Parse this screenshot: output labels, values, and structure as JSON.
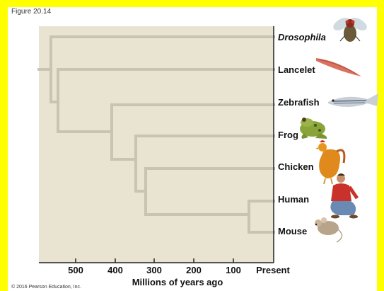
{
  "figure_label": "Figure 20.14",
  "copyright": "© 2016 Pearson Education, Inc.",
  "axis": {
    "title": "Millions of years ago",
    "ticks": [
      "500",
      "400",
      "300",
      "200",
      "100",
      "Present"
    ]
  },
  "taxa": [
    {
      "name": "Drosophila",
      "italic": true,
      "icon": "fly-icon"
    },
    {
      "name": "Lancelet",
      "italic": false,
      "icon": "lancelet-icon"
    },
    {
      "name": "Zebrafish",
      "italic": false,
      "icon": "fish-icon"
    },
    {
      "name": "Frog",
      "italic": false,
      "icon": "frog-icon"
    },
    {
      "name": "Chicken",
      "italic": false,
      "icon": "chicken-icon"
    },
    {
      "name": "Human",
      "italic": false,
      "icon": "human-icon"
    },
    {
      "name": "Mouse",
      "italic": false,
      "icon": "mouse-icon"
    }
  ],
  "colors": {
    "highlight": "#ffff00",
    "panel": "#e9e4d2",
    "branch": "#c9c4b2",
    "axis": "#222222"
  }
}
